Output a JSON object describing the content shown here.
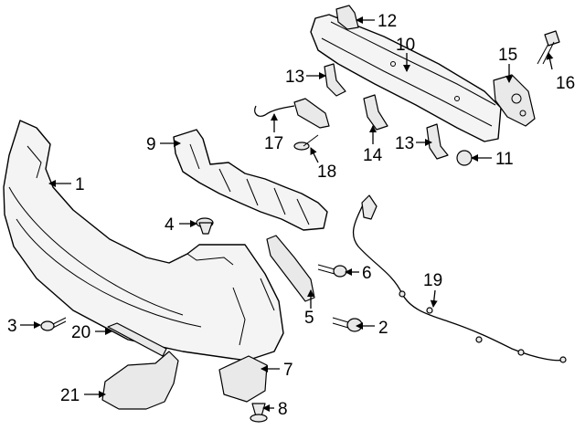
{
  "callouts": {
    "c1": "1",
    "c2": "2",
    "c3": "3",
    "c4": "4",
    "c5": "5",
    "c6": "6",
    "c7": "7",
    "c8": "8",
    "c9": "9",
    "c10": "10",
    "c11": "11",
    "c12": "12",
    "c13a": "13",
    "c13b": "13",
    "c14": "14",
    "c15": "15",
    "c16": "16",
    "c17": "17",
    "c18": "18",
    "c19": "19",
    "c20": "20",
    "c21": "21"
  }
}
